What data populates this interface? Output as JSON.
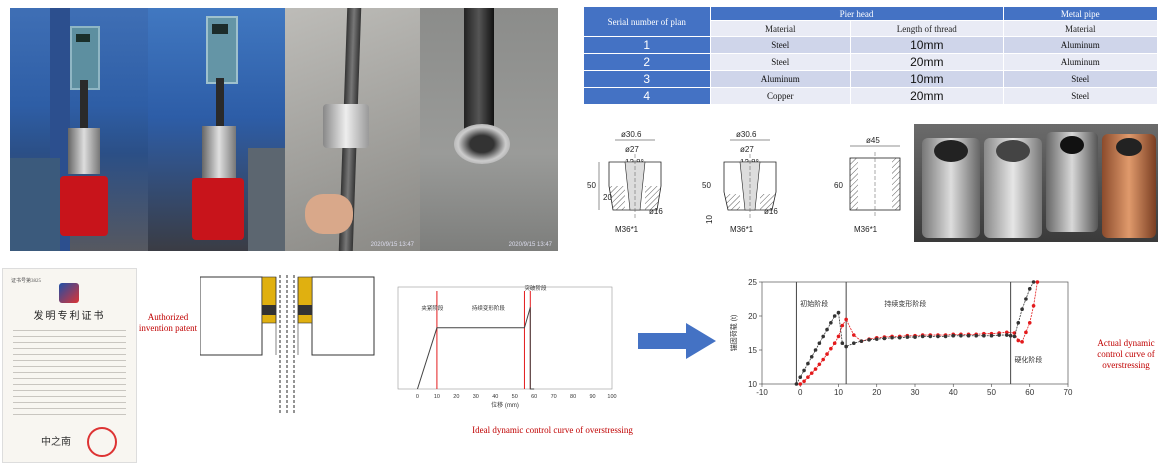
{
  "photos": [
    {
      "timestamp": ""
    },
    {
      "timestamp": ""
    },
    {
      "timestamp": "2020/9/15 13:47"
    },
    {
      "timestamp": "2020/9/15 13:47"
    }
  ],
  "table": {
    "headers": {
      "serial": "Serial number of plan",
      "pier_head": "Pier head",
      "metal_pipe": "Metal pipe"
    },
    "subheaders": {
      "material": "Material",
      "length_of_thread": "Length of thread",
      "material2": "Material"
    },
    "rows": [
      {
        "no": "1",
        "pier_material": "Steel",
        "thread": "10mm",
        "pipe_material": "Aluminum"
      },
      {
        "no": "2",
        "pier_material": "Steel",
        "thread": "20mm",
        "pipe_material": "Aluminum"
      },
      {
        "no": "3",
        "pier_material": "Aluminum",
        "thread": "10mm",
        "pipe_material": "Steel"
      },
      {
        "no": "4",
        "pier_material": "Copper",
        "thread": "20mm",
        "pipe_material": "Steel"
      }
    ]
  },
  "drawings": {
    "d1": {
      "top": "ø30.6",
      "mid": "ø27",
      "angle": "12.8°",
      "h": "50",
      "h2": "20",
      "bottom": "ø16",
      "thread": "M36*1"
    },
    "d2": {
      "top": "ø30.6",
      "mid": "ø27",
      "angle": "12.8°",
      "h": "50",
      "h2": "10",
      "bottom": "ø16",
      "thread": "M36*1"
    },
    "d3": {
      "top": "ø45",
      "h": "60",
      "thread": "M36*1"
    }
  },
  "captions": {
    "patent": "Authorized invention patent",
    "ideal": "Ideal dynamic control curve of overstressing",
    "actual": "Actual dynamic control curve of overstressing"
  },
  "patent_doc": {
    "title": "发明专利证书",
    "name_label": "证书号第3825"
  },
  "chart_data": [
    {
      "type": "line",
      "title": "",
      "xlabel": "位移 (mm)",
      "ylabel": "",
      "stage_labels": [
        "夹紧阶段",
        "持续变形阶段",
        "突破阶段"
      ],
      "x_ticks": [
        "0",
        "10",
        "20",
        "30",
        "40",
        "50",
        "60",
        "70",
        "80",
        "90",
        "100"
      ],
      "series": [
        {
          "x": [
            0,
            10,
            10,
            55,
            55,
            58,
            58,
            60
          ],
          "y": [
            0,
            60,
            60,
            60,
            60,
            80,
            0,
            0
          ]
        }
      ],
      "red_lines_x": [
        10,
        55,
        58
      ]
    },
    {
      "type": "scatter",
      "title": "",
      "xlabel": "",
      "ylabel": "锚固荷载 (t)",
      "stage_labels": [
        "初始阶段",
        "持续变形阶段",
        "硬化阶段"
      ],
      "xlim": [
        -10,
        70
      ],
      "ylim": [
        10,
        25
      ],
      "x_ticks": [
        -10,
        0,
        10,
        20,
        30,
        40,
        50,
        60,
        70
      ],
      "y_ticks": [
        10,
        15,
        20,
        25
      ],
      "vlines_x": [
        -1,
        12,
        55
      ],
      "series": [
        {
          "color": "#e31a1c",
          "x": [
            0,
            1,
            2,
            3,
            4,
            5,
            6,
            7,
            8,
            9,
            10,
            11,
            12,
            14,
            16,
            18,
            20,
            22,
            24,
            26,
            28,
            30,
            32,
            34,
            36,
            38,
            40,
            42,
            44,
            46,
            48,
            50,
            52,
            54,
            56,
            57,
            58,
            59,
            60,
            61,
            62
          ],
          "y": [
            10,
            10.4,
            11,
            11.6,
            12.2,
            12.9,
            13.6,
            14.4,
            15.2,
            16,
            17,
            18.6,
            19.5,
            17.2,
            16.3,
            16.6,
            16.8,
            16.9,
            17,
            17,
            17.1,
            17.1,
            17.2,
            17.2,
            17.2,
            17.2,
            17.3,
            17.3,
            17.3,
            17.3,
            17.4,
            17.4,
            17.5,
            17.6,
            17.5,
            16.4,
            16.2,
            17.6,
            19,
            21.5,
            25
          ]
        },
        {
          "color": "#333333",
          "x": [
            -1,
            0,
            1,
            2,
            3,
            4,
            5,
            6,
            7,
            8,
            9,
            10,
            11,
            12,
            14,
            16,
            18,
            20,
            22,
            24,
            26,
            28,
            30,
            32,
            34,
            36,
            38,
            40,
            42,
            44,
            46,
            48,
            50,
            52,
            54,
            55,
            56,
            57,
            58,
            59,
            60,
            61
          ],
          "y": [
            10,
            11,
            12,
            13,
            14,
            15,
            16,
            17,
            18,
            19,
            20,
            20.5,
            16,
            15.5,
            16,
            16.3,
            16.5,
            16.6,
            16.7,
            16.8,
            16.8,
            16.9,
            16.9,
            17,
            17,
            17,
            17,
            17.1,
            17.1,
            17.1,
            17.1,
            17.1,
            17.1,
            17.2,
            17.2,
            17.1,
            17,
            19,
            21,
            22.5,
            24,
            25
          ]
        }
      ]
    }
  ]
}
